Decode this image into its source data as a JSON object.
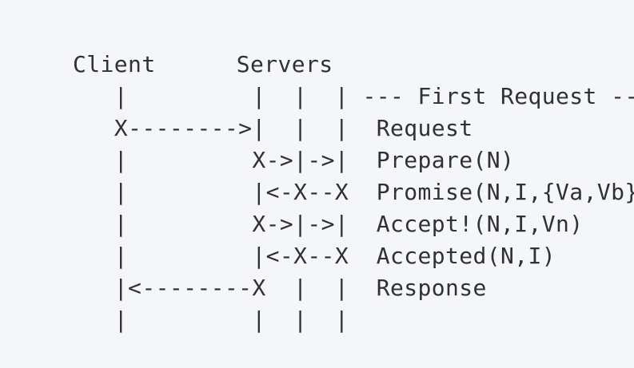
{
  "colors": {
    "background": "#f5f6f9",
    "text": "#2f3134"
  },
  "diagram": {
    "header": {
      "client": "Client",
      "servers": "Servers"
    },
    "rows": [
      {
        "art": "   |         |  |  | ",
        "label": "--- First Request ---"
      },
      {
        "art": "   X-------->|  |  |  ",
        "label": "Request"
      },
      {
        "art": "   |         X->|->|  ",
        "label": "Prepare(N)"
      },
      {
        "art": "   |         |<-X--X  ",
        "label": "Promise(N,I,{Va,Vb})"
      },
      {
        "art": "   |         X->|->|  ",
        "label": "Accept!(N,I,Vn)"
      },
      {
        "art": "   |         |<-X--X  ",
        "label": "Accepted(N,I)"
      },
      {
        "art": "   |<--------X  |  |  ",
        "label": "Response"
      },
      {
        "art": "   |         |  |  |",
        "label": ""
      }
    ]
  }
}
